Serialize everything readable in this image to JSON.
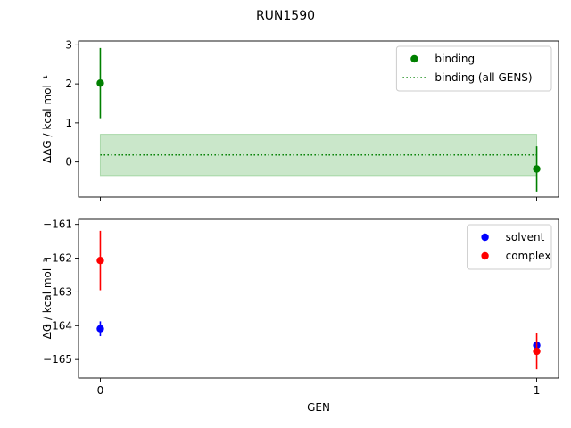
{
  "title": "RUN1590",
  "chart_data": [
    {
      "type": "scatter",
      "panel": "top",
      "xlabel": "",
      "ylabel": "ΔΔG / kcal mol⁻¹",
      "xlim": [
        -0.05,
        1.05
      ],
      "ylim": [
        -0.9,
        3.1
      ],
      "xticks": [
        0,
        1
      ],
      "xticklabels_visible": false,
      "yticks": [
        0,
        1,
        2,
        3
      ],
      "legend_position": "top-right",
      "series": [
        {
          "name": "binding",
          "kind": "errorbar-points",
          "color": "#008000",
          "x": [
            0,
            1
          ],
          "y": [
            2.02,
            -0.18
          ],
          "yerr": [
            0.9,
            0.58
          ]
        },
        {
          "name": "binding (all GENS)",
          "kind": "hline-with-band",
          "color": "#008000",
          "band_color": "#2ca02c",
          "y": 0.18,
          "band": [
            -0.35,
            0.71
          ],
          "x_range": [
            0,
            1
          ]
        }
      ]
    },
    {
      "type": "scatter",
      "panel": "bottom",
      "xlabel": "GEN",
      "ylabel": "ΔG / kcal mol⁻¹",
      "xlim": [
        -0.05,
        1.05
      ],
      "ylim": [
        -165.55,
        -160.85
      ],
      "xticks": [
        0,
        1
      ],
      "yticks": [
        -161,
        -162,
        -163,
        -164,
        -165
      ],
      "legend_position": "top-right",
      "series": [
        {
          "name": "solvent",
          "kind": "errorbar-points",
          "color": "#0000ff",
          "x": [
            0,
            1
          ],
          "y": [
            -164.09,
            -164.58
          ],
          "yerr": [
            0.22,
            0.07
          ]
        },
        {
          "name": "complex",
          "kind": "errorbar-points",
          "color": "#ff0000",
          "x": [
            0,
            1
          ],
          "y": [
            -162.07,
            -164.76
          ],
          "yerr": [
            0.88,
            0.53
          ]
        }
      ]
    }
  ]
}
